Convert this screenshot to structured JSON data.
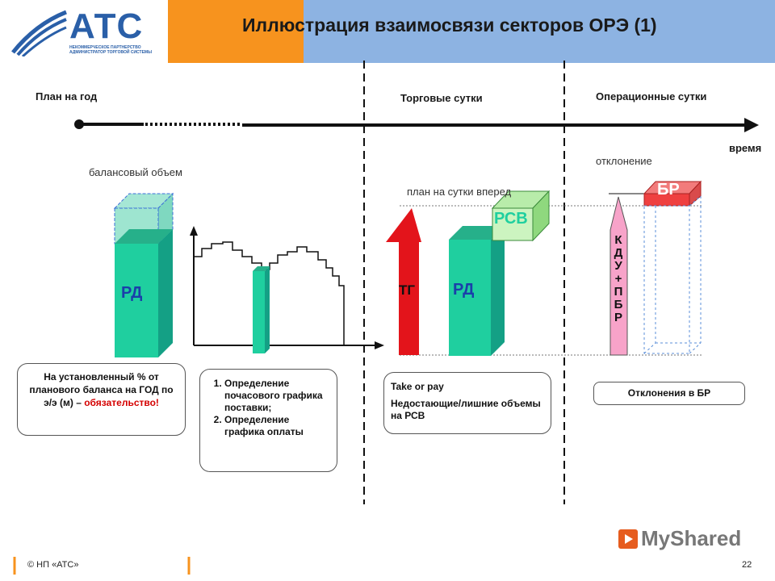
{
  "header": {
    "title": "Иллюстрация взаимосвязи секторов ОРЭ (1)",
    "logo_text": "АТС",
    "logo_subtitle": "НЕКОММЕРЧЕСКОЕ ПАРТНЕРСТВО АДМИНИСТРАТОР ТОРГОВОЙ СИСТЕМЫ"
  },
  "timeline": {
    "plan_year": "План на год",
    "trade_day": "Торговые сутки",
    "operational_day": "Операционные сутки",
    "time": "время"
  },
  "labels": {
    "balance_volume": "балансовый объем",
    "plan_day_ahead": "план на сутки вперед",
    "deviation": "отклонение",
    "rd_left": "РД",
    "rd_right": "РД",
    "tg": "ТГ",
    "rsv": "РСВ",
    "br": "БР",
    "kdu": "К Д У + П Б Р"
  },
  "boxes": {
    "box1_text": "На установленный % от планового баланса на ГОД по э/э (м) –",
    "box1_red": "обязательство!",
    "box2_items": [
      "Определение почасового графика поставки;",
      "Определение графика оплаты"
    ],
    "box3_line1": "Take or pay",
    "box3_line2": "Недостающие/лишние объемы на РСВ",
    "box4_text": "Отклонения в БР"
  },
  "footer": {
    "copyright": "© НП «АТС»",
    "page": "22",
    "watermark": "MyShared"
  },
  "colors": {
    "orange": "#f7931e",
    "blue": "#8db3e2",
    "green": "#1fcf9f",
    "red": "#e3141b",
    "pink": "#f7a3c9"
  }
}
